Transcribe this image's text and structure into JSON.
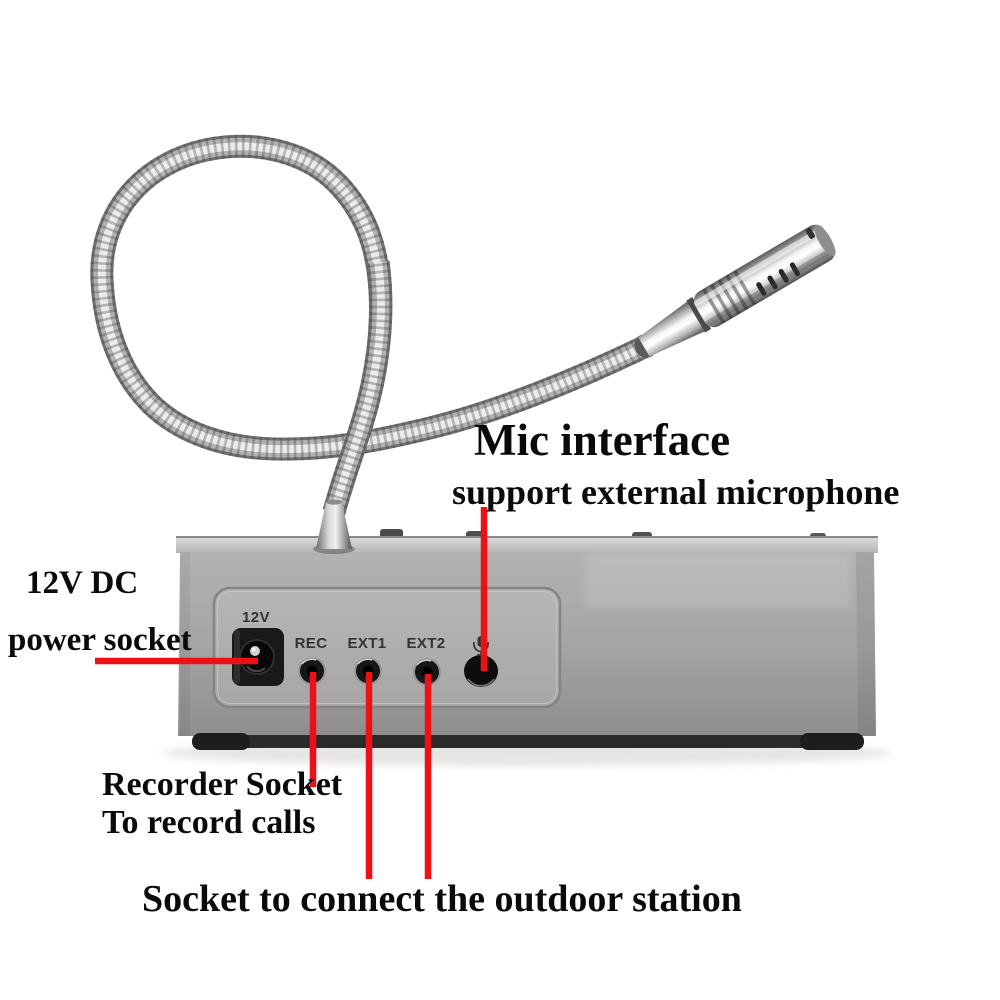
{
  "annotations": {
    "power": {
      "line1": "12V DC",
      "line2": "power socket"
    },
    "mic": {
      "title": "Mic interface",
      "subtitle": "support external microphone"
    },
    "recorder": {
      "line1": "Recorder Socket",
      "line2": "To record calls"
    },
    "outdoor": {
      "label": "Socket to connect the outdoor station"
    }
  },
  "device_panel": {
    "power_port_label": "12V",
    "recorder_port_label": "REC",
    "ext1_port_label": "EXT1",
    "ext2_port_label": "EXT2",
    "mic_port_icon": "microphone-symbol"
  },
  "colors": {
    "annotation_red": "#ed1117",
    "device_body_gray": "#a7a6a4",
    "panel_gray": "#b0afad",
    "port_label_gray": "#333331",
    "background": "#ffffff"
  }
}
